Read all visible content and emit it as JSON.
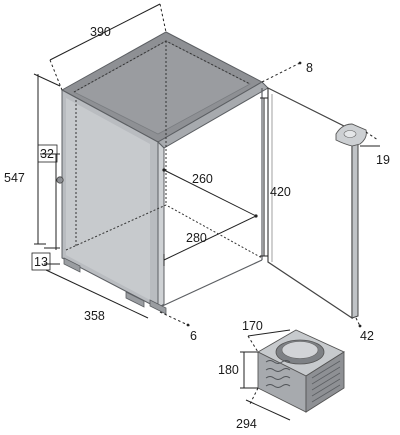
{
  "dimensions": {
    "width_top": "390",
    "height_total": "547",
    "depth_bottom": "358",
    "hinge_offset": "32",
    "base_height": "13",
    "top_clearance": "8",
    "bottom_clearance": "6",
    "door_handle_depth": "19",
    "door_thickness": "42",
    "inner_width": "260",
    "inner_height": "420",
    "inner_depth": "280",
    "unit_width": "170",
    "unit_height": "180",
    "unit_depth": "294"
  },
  "colors": {
    "cabinet_top": "#8e9094",
    "cabinet_side": "#b9bcc0",
    "cabinet_edge": "#5c5f63",
    "door_panel": "#ffffff",
    "unit_body": "#a7aaae"
  }
}
